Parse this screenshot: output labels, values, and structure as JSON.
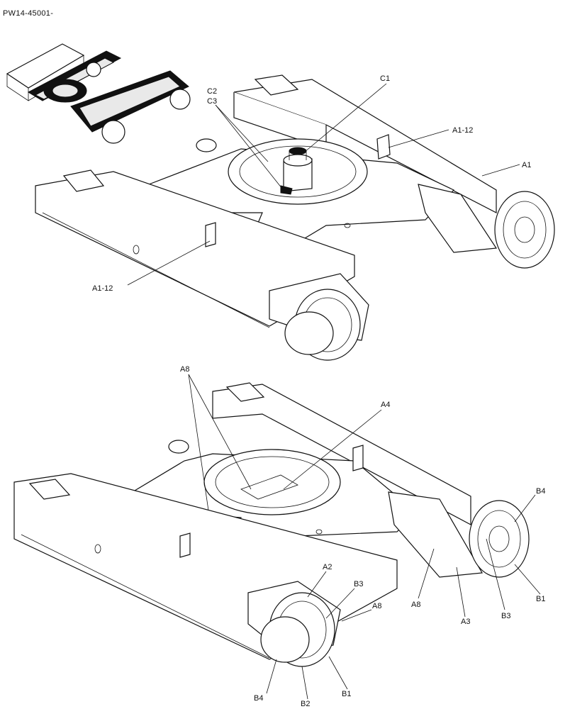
{
  "document_ref": "PW14-45001-",
  "callouts": {
    "top": {
      "c1": "C1",
      "c2": "C2",
      "c3": "C3",
      "a1_12_right": "A1-12",
      "a1": "A1",
      "a1_12_left": "A1-12"
    },
    "bottom": {
      "a8_top": "A8",
      "a4": "A4",
      "b4_right": "B4",
      "a2": "A2",
      "b3_mid": "B3",
      "a8_mid": "A8",
      "a8_right": "A8",
      "a3": "A3",
      "b3_right": "B3",
      "b1_right": "B1",
      "b4_left": "B4",
      "b2": "B2",
      "b1_left": "B1"
    }
  }
}
